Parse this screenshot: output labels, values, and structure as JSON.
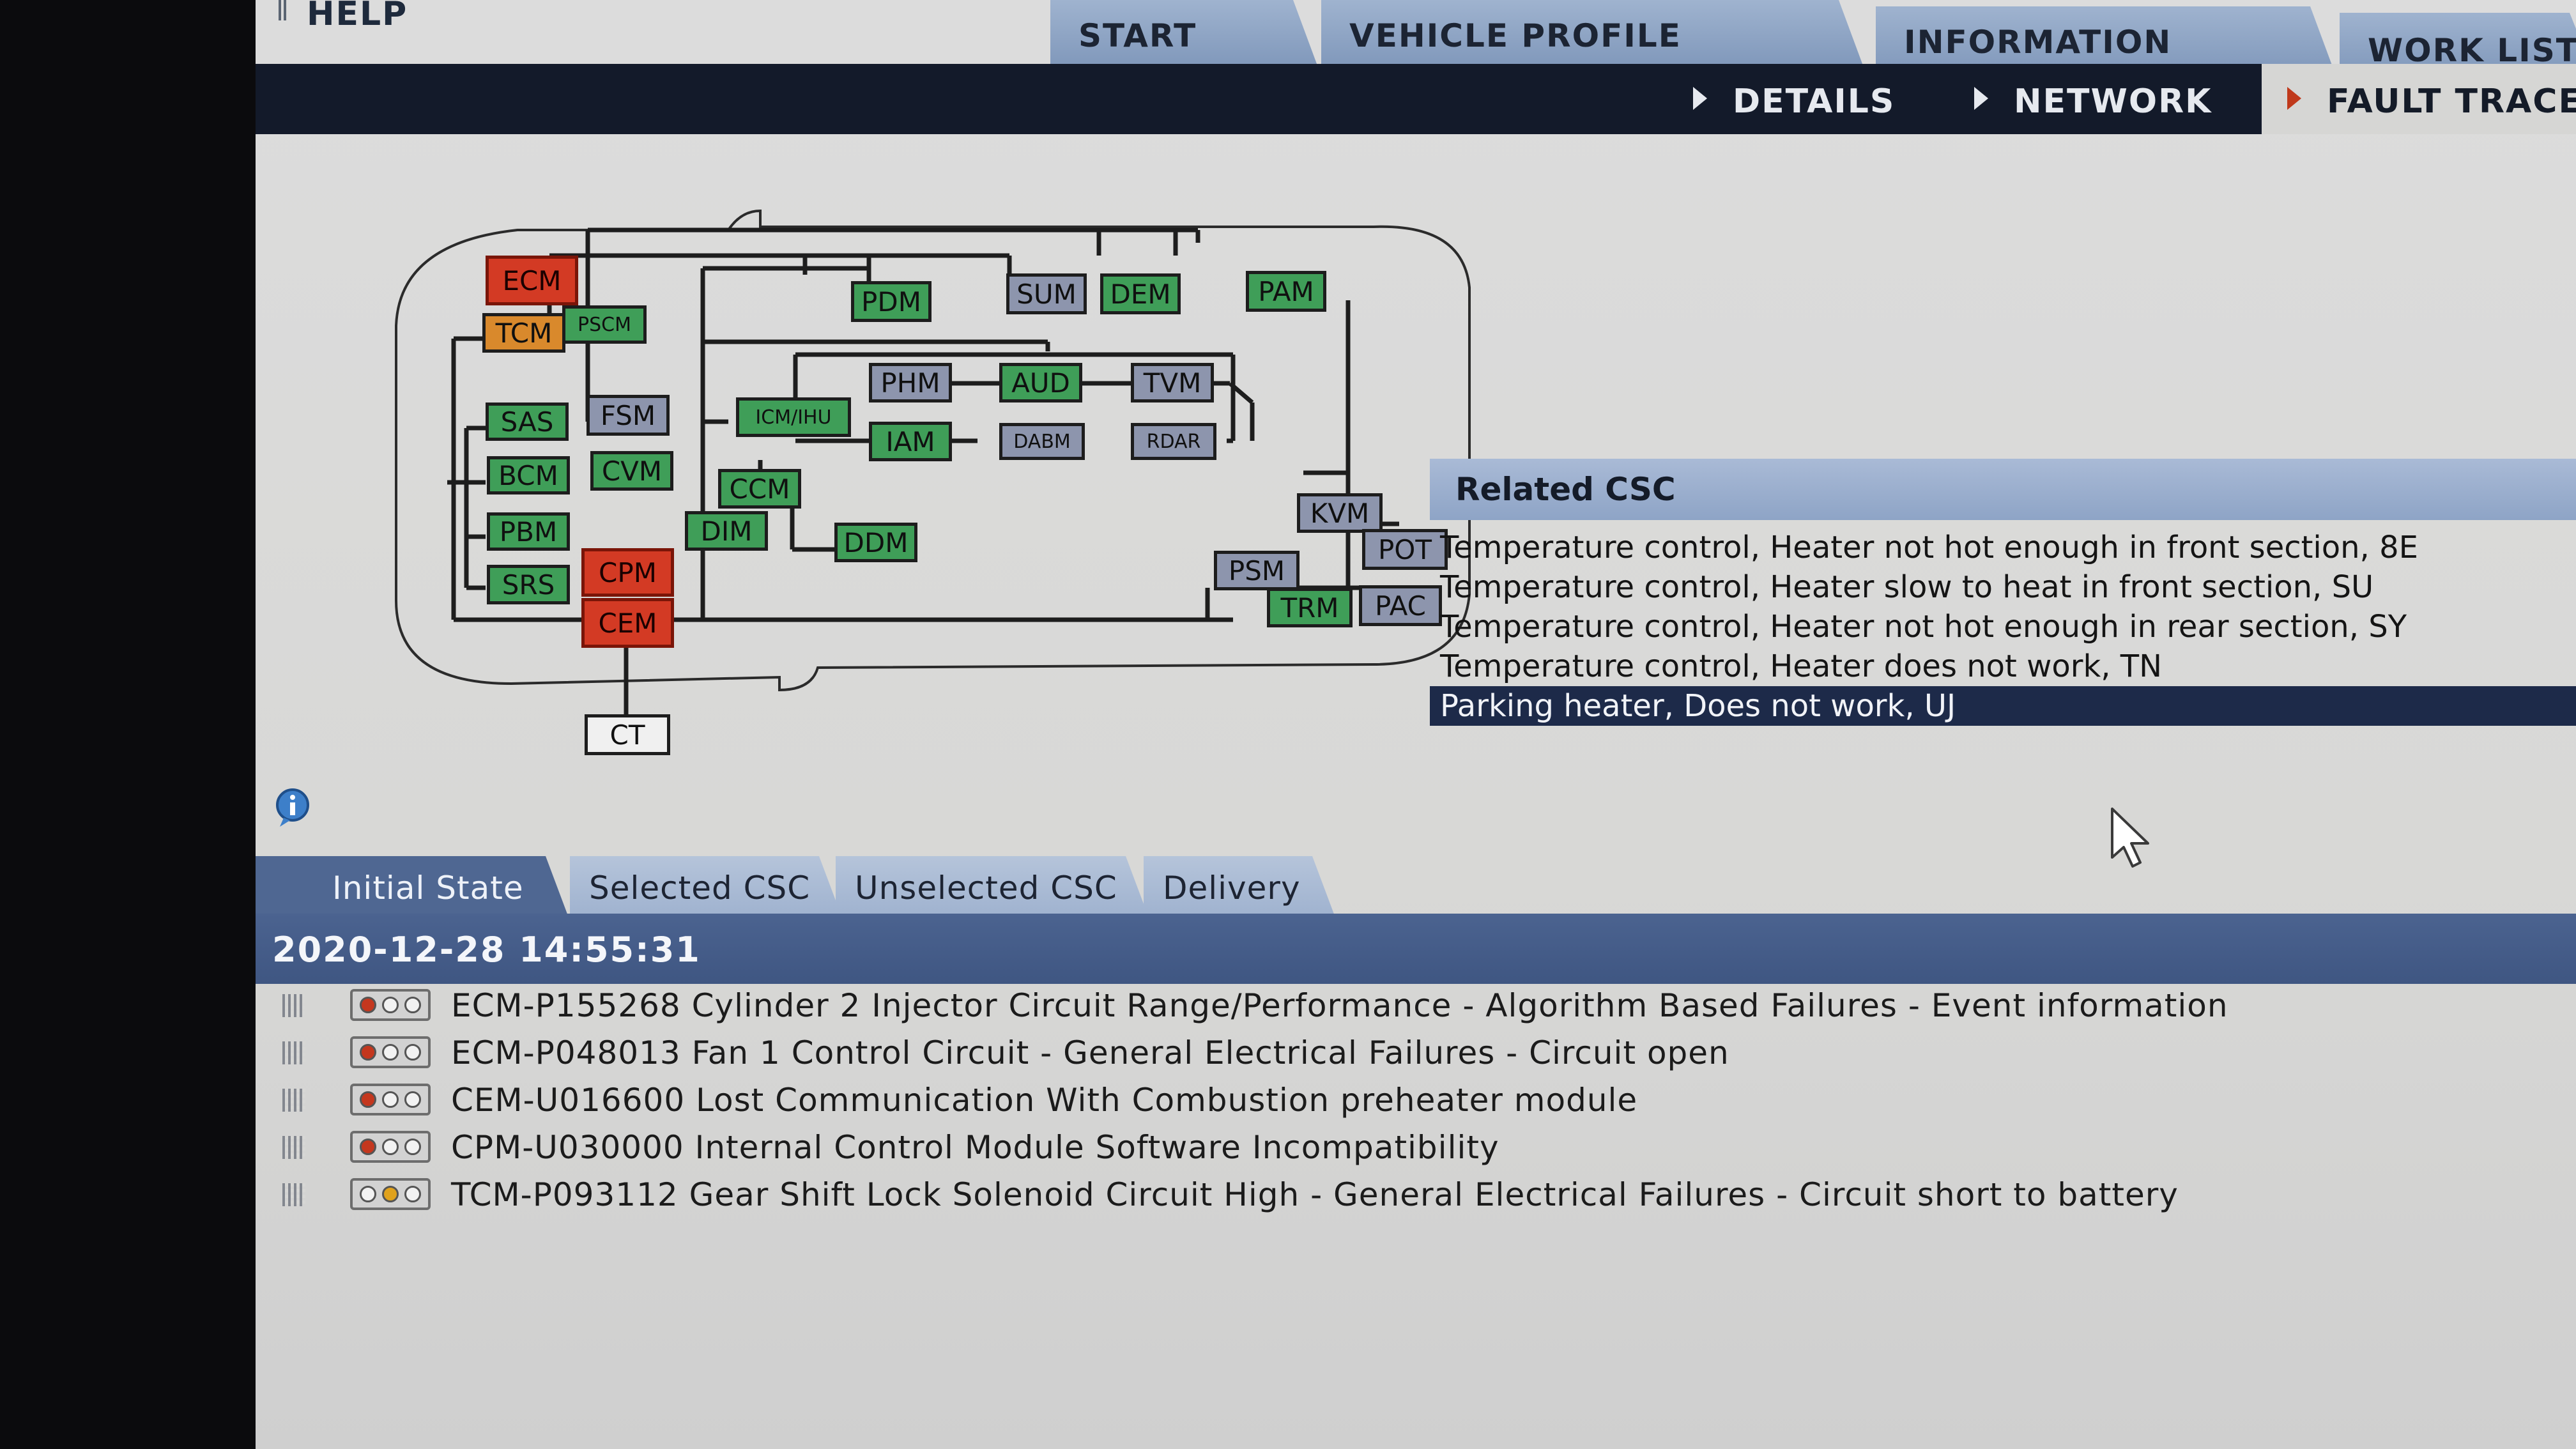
{
  "header": {
    "help_label": "HELP",
    "main_tabs": [
      {
        "label": "START"
      },
      {
        "label": "VEHICLE PROFILE"
      },
      {
        "label": "INFORMATION"
      },
      {
        "label": "WORK LIST"
      }
    ],
    "sub_tabs": [
      {
        "label": "DETAILS"
      },
      {
        "label": "NETWORK"
      },
      {
        "label": "FAULT TRACE"
      }
    ]
  },
  "network": {
    "nodes": [
      {
        "id": "ECM",
        "label": "ECM",
        "status": "fault"
      },
      {
        "id": "TCM",
        "label": "TCM",
        "status": "warning"
      },
      {
        "id": "PSCM",
        "label": "PSCM",
        "status": "ok"
      },
      {
        "id": "PDM",
        "label": "PDM",
        "status": "ok"
      },
      {
        "id": "SUM",
        "label": "SUM",
        "status": "inactive"
      },
      {
        "id": "DEM",
        "label": "DEM",
        "status": "ok"
      },
      {
        "id": "PAM",
        "label": "PAM",
        "status": "ok"
      },
      {
        "id": "SAS",
        "label": "SAS",
        "status": "ok"
      },
      {
        "id": "FSM",
        "label": "FSM",
        "status": "inactive"
      },
      {
        "id": "ICMIHU",
        "label": "ICM/IHU",
        "status": "ok"
      },
      {
        "id": "PHM",
        "label": "PHM",
        "status": "inactive"
      },
      {
        "id": "AUD",
        "label": "AUD",
        "status": "ok"
      },
      {
        "id": "TVM",
        "label": "TVM",
        "status": "inactive"
      },
      {
        "id": "IAM",
        "label": "IAM",
        "status": "ok"
      },
      {
        "id": "DABM",
        "label": "DABM",
        "status": "inactive"
      },
      {
        "id": "RDAR",
        "label": "RDAR",
        "status": "inactive"
      },
      {
        "id": "BCM",
        "label": "BCM",
        "status": "ok"
      },
      {
        "id": "CVM",
        "label": "CVM",
        "status": "ok"
      },
      {
        "id": "CCM",
        "label": "CCM",
        "status": "ok"
      },
      {
        "id": "KVM",
        "label": "KVM",
        "status": "inactive"
      },
      {
        "id": "PBM",
        "label": "PBM",
        "status": "ok"
      },
      {
        "id": "DIM",
        "label": "DIM",
        "status": "ok"
      },
      {
        "id": "DDM",
        "label": "DDM",
        "status": "ok"
      },
      {
        "id": "POT",
        "label": "POT",
        "status": "inactive"
      },
      {
        "id": "CPM",
        "label": "CPM",
        "status": "fault"
      },
      {
        "id": "SRS",
        "label": "SRS",
        "status": "ok"
      },
      {
        "id": "PSM",
        "label": "PSM",
        "status": "inactive"
      },
      {
        "id": "CEM",
        "label": "CEM",
        "status": "fault"
      },
      {
        "id": "TRM",
        "label": "TRM",
        "status": "ok"
      },
      {
        "id": "PAC",
        "label": "PAC",
        "status": "inactive"
      },
      {
        "id": "CT",
        "label": "CT",
        "status": "neutral"
      }
    ],
    "status_colors": {
      "ok": "#3f9e58",
      "inactive": "#8d95ad",
      "fault": "#d33a24",
      "warning": "#d9892c",
      "neutral": "#f0f0f0"
    }
  },
  "related_csc": {
    "title": "Related CSC",
    "items": [
      {
        "text": "Temperature control, Heater not hot enough in front section, 8E",
        "selected": false
      },
      {
        "text": "Temperature control, Heater slow to heat in front section, SU",
        "selected": false
      },
      {
        "text": "Temperature control, Heater not hot enough in rear section, SY",
        "selected": false
      },
      {
        "text": "Temperature control, Heater does not work, TN",
        "selected": false
      },
      {
        "text": "Parking heater, Does not work, UJ",
        "selected": true
      }
    ]
  },
  "lower_tabs": [
    {
      "label": "Initial State",
      "active": true
    },
    {
      "label": "Selected CSC",
      "active": false
    },
    {
      "label": "Unselected CSC",
      "active": false
    },
    {
      "label": "Delivery",
      "active": false
    }
  ],
  "session": {
    "timestamp": "2020-12-28 14:55:31"
  },
  "faults": [
    {
      "text": "ECM-P155268 Cylinder 2 Injector Circuit Range/Performance - Algorithm Based Failures - Event information",
      "indicator": "red"
    },
    {
      "text": "ECM-P048013 Fan 1 Control Circuit - General Electrical Failures - Circuit open",
      "indicator": "red"
    },
    {
      "text": "CEM-U016600 Lost Communication With Combustion preheater module",
      "indicator": "red"
    },
    {
      "text": "CPM-U030000 Internal Control Module Software Incompatibility",
      "indicator": "red"
    },
    {
      "text": "TCM-P093112 Gear Shift Lock Solenoid Circuit High - General Electrical Failures - Circuit short to battery",
      "indicator": "yellow"
    }
  ],
  "icons": {
    "info": "info-icon",
    "cursor": "mouse-pointer-icon",
    "grip": "drag-grip-icon"
  }
}
